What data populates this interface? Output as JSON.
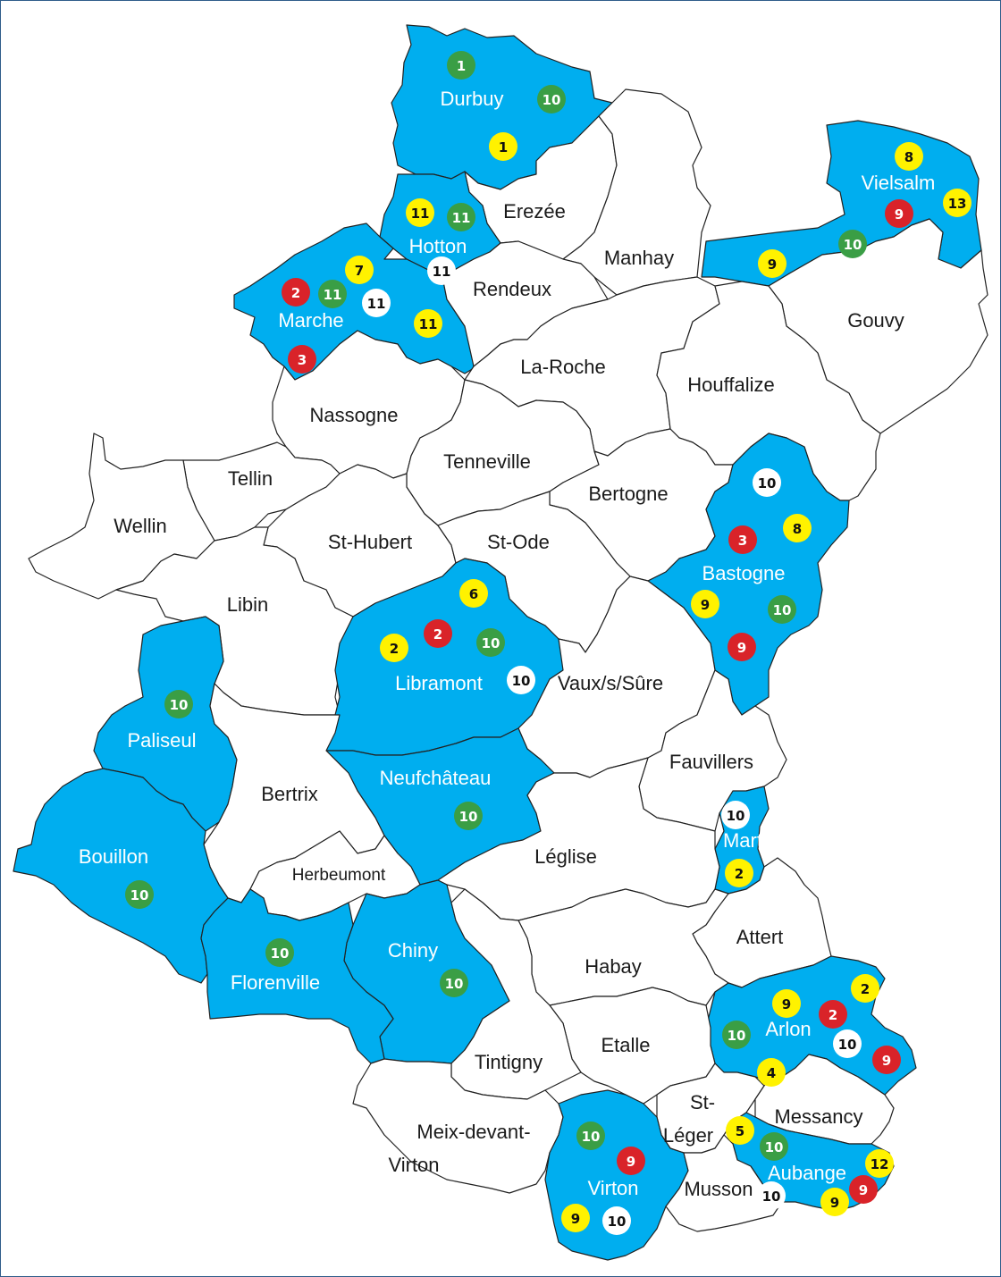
{
  "colors": {
    "highlight": "#00aeef",
    "plain": "#ffffff",
    "border": "#222222",
    "label_on_blue": "#ffffff",
    "label_on_white": "#1a1a1a",
    "marker_yellow": "#fff200",
    "marker_green": "#3a9e45",
    "marker_red": "#d92329",
    "marker_white": "#ffffff"
  },
  "municipalities": [
    {
      "id": "durbuy",
      "name": "Durbuy",
      "highlight": true,
      "markers": [
        {
          "v": "1",
          "c": "green"
        },
        {
          "v": "10",
          "c": "green"
        },
        {
          "v": "1",
          "c": "yellow"
        }
      ]
    },
    {
      "id": "erezee",
      "name": "Erezée",
      "highlight": false,
      "markers": []
    },
    {
      "id": "hotton",
      "name": "Hotton",
      "highlight": true,
      "markers": [
        {
          "v": "11",
          "c": "yellow"
        },
        {
          "v": "11",
          "c": "green"
        },
        {
          "v": "11",
          "c": "white"
        }
      ]
    },
    {
      "id": "manhay",
      "name": "Manhay",
      "highlight": false,
      "markers": []
    },
    {
      "id": "vielsalm",
      "name": "Vielsalm",
      "highlight": true,
      "markers": [
        {
          "v": "8",
          "c": "yellow"
        },
        {
          "v": "13",
          "c": "yellow"
        },
        {
          "v": "9",
          "c": "red"
        },
        {
          "v": "10",
          "c": "green"
        },
        {
          "v": "9",
          "c": "yellow"
        }
      ]
    },
    {
      "id": "marche",
      "name": "Marche",
      "highlight": true,
      "markers": [
        {
          "v": "7",
          "c": "yellow"
        },
        {
          "v": "2",
          "c": "red"
        },
        {
          "v": "11",
          "c": "green"
        },
        {
          "v": "11",
          "c": "white"
        },
        {
          "v": "11",
          "c": "yellow"
        },
        {
          "v": "3",
          "c": "red"
        }
      ]
    },
    {
      "id": "rendeux",
      "name": "Rendeux",
      "highlight": false,
      "markers": []
    },
    {
      "id": "gouvy",
      "name": "Gouvy",
      "highlight": false,
      "markers": []
    },
    {
      "id": "laroche",
      "name": "La-Roche",
      "highlight": false,
      "markers": []
    },
    {
      "id": "houffalize",
      "name": "Houffalize",
      "highlight": false,
      "markers": []
    },
    {
      "id": "nassogne",
      "name": "Nassogne",
      "highlight": false,
      "markers": []
    },
    {
      "id": "tenneville",
      "name": "Tenneville",
      "highlight": false,
      "markers": []
    },
    {
      "id": "tellin",
      "name": "Tellin",
      "highlight": false,
      "markers": []
    },
    {
      "id": "bertogne",
      "name": "Bertogne",
      "highlight": false,
      "markers": []
    },
    {
      "id": "wellin",
      "name": "Wellin",
      "highlight": false,
      "markers": []
    },
    {
      "id": "sthubert",
      "name": "St-Hubert",
      "highlight": false,
      "markers": []
    },
    {
      "id": "stode",
      "name": "St-Ode",
      "highlight": false,
      "markers": []
    },
    {
      "id": "bastogne",
      "name": "Bastogne",
      "highlight": true,
      "markers": [
        {
          "v": "10",
          "c": "white"
        },
        {
          "v": "3",
          "c": "red"
        },
        {
          "v": "8",
          "c": "yellow"
        },
        {
          "v": "9",
          "c": "yellow"
        },
        {
          "v": "10",
          "c": "green"
        },
        {
          "v": "9",
          "c": "red"
        }
      ]
    },
    {
      "id": "libin",
      "name": "Libin",
      "highlight": false,
      "markers": []
    },
    {
      "id": "libramont",
      "name": "Libramont",
      "highlight": true,
      "markers": [
        {
          "v": "6",
          "c": "yellow"
        },
        {
          "v": "2",
          "c": "red"
        },
        {
          "v": "2",
          "c": "yellow"
        },
        {
          "v": "10",
          "c": "green"
        },
        {
          "v": "10",
          "c": "white"
        }
      ]
    },
    {
      "id": "vaux",
      "name": "Vaux/s/Sûre",
      "highlight": false,
      "markers": []
    },
    {
      "id": "paliseul",
      "name": "Paliseul",
      "highlight": true,
      "markers": [
        {
          "v": "10",
          "c": "green"
        }
      ]
    },
    {
      "id": "fauvillers",
      "name": "Fauvillers",
      "highlight": false,
      "markers": []
    },
    {
      "id": "neufchateau",
      "name": "Neufchâteau",
      "highlight": true,
      "markers": [
        {
          "v": "10",
          "c": "green"
        }
      ]
    },
    {
      "id": "bertrix",
      "name": "Bertrix",
      "highlight": false,
      "markers": []
    },
    {
      "id": "martelange",
      "name": "Martelange",
      "highlight": true,
      "markers": [
        {
          "v": "10",
          "c": "white"
        },
        {
          "v": "2",
          "c": "yellow"
        }
      ]
    },
    {
      "id": "bouillon",
      "name": "Bouillon",
      "highlight": true,
      "markers": [
        {
          "v": "10",
          "c": "green"
        }
      ]
    },
    {
      "id": "leglise",
      "name": "Léglise",
      "highlight": false,
      "markers": []
    },
    {
      "id": "herbeumont",
      "name": "Herbeumont",
      "highlight": false,
      "markers": []
    },
    {
      "id": "attert",
      "name": "Attert",
      "highlight": false,
      "markers": []
    },
    {
      "id": "chiny",
      "name": "Chiny",
      "highlight": true,
      "markers": [
        {
          "v": "10",
          "c": "green"
        }
      ]
    },
    {
      "id": "florenville",
      "name": "Florenville",
      "highlight": true,
      "markers": [
        {
          "v": "10",
          "c": "green"
        }
      ]
    },
    {
      "id": "habay",
      "name": "Habay",
      "highlight": false,
      "markers": []
    },
    {
      "id": "arlon",
      "name": "Arlon",
      "highlight": true,
      "markers": [
        {
          "v": "9",
          "c": "yellow"
        },
        {
          "v": "2",
          "c": "red"
        },
        {
          "v": "2",
          "c": "yellow"
        },
        {
          "v": "10",
          "c": "green"
        },
        {
          "v": "10",
          "c": "white"
        },
        {
          "v": "9",
          "c": "red"
        },
        {
          "v": "4",
          "c": "yellow"
        }
      ]
    },
    {
      "id": "etalle",
      "name": "Etalle",
      "highlight": false,
      "markers": []
    },
    {
      "id": "tintigny",
      "name": "Tintigny",
      "highlight": false,
      "markers": []
    },
    {
      "id": "stleger",
      "name": "St-Léger",
      "highlight": false,
      "markers": []
    },
    {
      "id": "messancy",
      "name": "Messancy",
      "highlight": false,
      "markers": []
    },
    {
      "id": "meix",
      "name": "Meix-devant-Virton",
      "highlight": false,
      "markers": []
    },
    {
      "id": "virton",
      "name": "Virton",
      "highlight": true,
      "markers": [
        {
          "v": "10",
          "c": "green"
        },
        {
          "v": "9",
          "c": "red"
        },
        {
          "v": "9",
          "c": "yellow"
        },
        {
          "v": "10",
          "c": "white"
        }
      ]
    },
    {
      "id": "aubange",
      "name": "Aubange",
      "highlight": true,
      "markers": [
        {
          "v": "5",
          "c": "yellow"
        },
        {
          "v": "10",
          "c": "green"
        },
        {
          "v": "12",
          "c": "yellow"
        },
        {
          "v": "9",
          "c": "red"
        },
        {
          "v": "9",
          "c": "yellow"
        }
      ]
    },
    {
      "id": "musson",
      "name": "Musson",
      "highlight": false,
      "markers": [
        {
          "v": "10",
          "c": "white"
        }
      ]
    }
  ]
}
